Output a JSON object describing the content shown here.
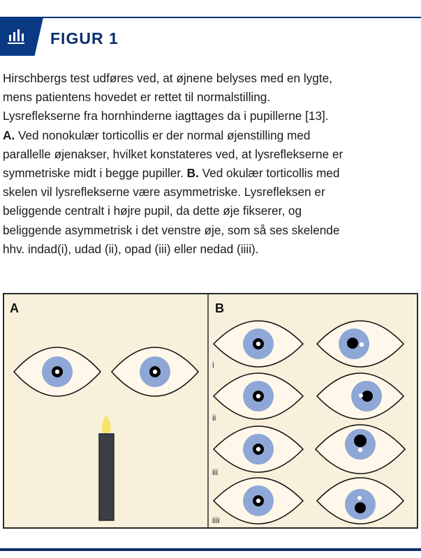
{
  "header": {
    "title": "FIGUR 1",
    "icon": "bar-chart-icon",
    "accent": "#0b3a85"
  },
  "caption": {
    "lines": [
      {
        "text": "Hirschbergs test udføres ved, at øjnene belyses med en lygte,"
      },
      {
        "text": "mens patientens hovedet er rettet til normalstilling."
      },
      {
        "text": "Lysreflekserne fra hornhinderne iagttages da i pupillerne [13]."
      },
      {
        "bold": "A.",
        "text": " Ved nonokulær torticollis er der normal øjenstilling med"
      },
      {
        "text": "parallelle øjenakser, hvilket konstateres ved, at lysreflekserne er"
      },
      {
        "text": "symmetriske midt i begge pupiller. ",
        "bold": "B.",
        "after": " Ved okulær torticollis med"
      },
      {
        "text": "skelen vil lysreflekserne være asymmetriske. Lysrefleksen er"
      },
      {
        "text": "beliggende centralt i højre pupil, da dette øje fikserer, og"
      },
      {
        "text": "beliggende asymmetrisk i det venstre øje, som så ses skelende"
      },
      {
        "text": "hhv. indad(i), udad (ii), opad (iii) eller nedad (iiii)."
      }
    ]
  },
  "figure": {
    "panel_a": {
      "label": "A"
    },
    "panel_b": {
      "label": "B",
      "rows": [
        "i",
        "ii",
        "iii",
        "iiii"
      ]
    },
    "colors": {
      "background": "#f8f0da",
      "iris": "#8ea7d6",
      "candle": "#3b3e45",
      "flame": "#f5e36a"
    }
  }
}
